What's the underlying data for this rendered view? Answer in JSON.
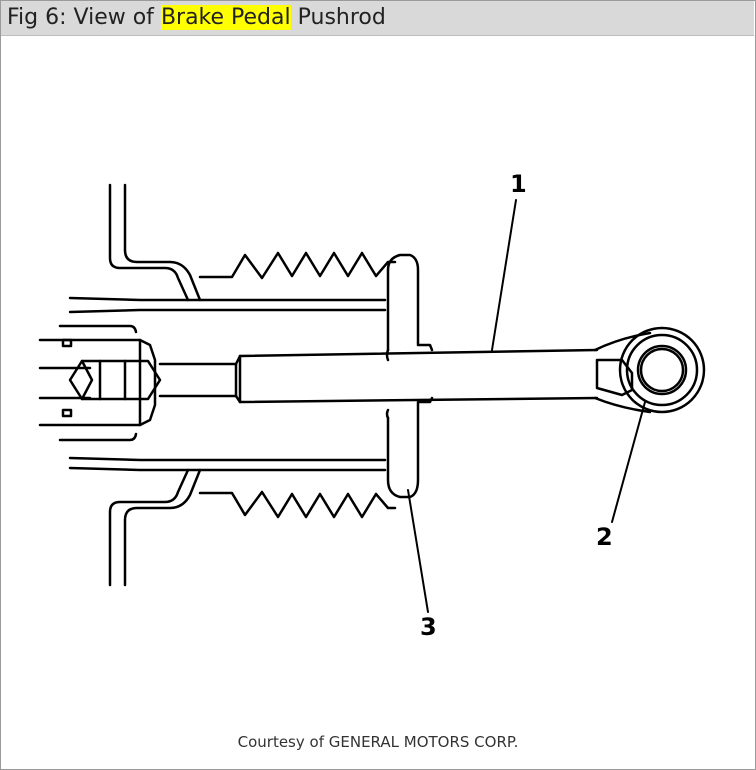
{
  "title": {
    "prefix": "Fig 6: View of ",
    "highlight": "Brake Pedal",
    "suffix": " Pushrod",
    "highlight_color": "#ffff00"
  },
  "callouts": [
    "1",
    "2",
    "3"
  ],
  "credit": "Courtesy of GENERAL MOTORS CORP."
}
